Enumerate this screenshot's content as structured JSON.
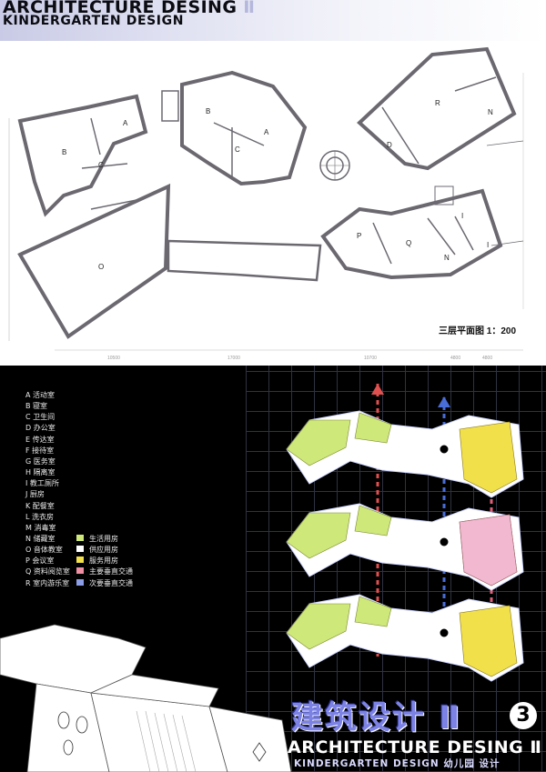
{
  "header": {
    "title": "ARCHITECTURE DESING",
    "title_num": "Ⅱ",
    "subtitle": "KINDERGARTEN DESIGN"
  },
  "plan": {
    "caption": "三层平面图 1：200",
    "rooms": [
      "A",
      "B",
      "C",
      "A",
      "B",
      "C",
      "R",
      "N",
      "D",
      "P",
      "Q",
      "N",
      "I",
      "I",
      "O"
    ],
    "dimensions": [
      "10500",
      "17000",
      "10700",
      "4800",
      "4800"
    ]
  },
  "legend": {
    "rooms": [
      "A 活动室",
      "B 寝室",
      "C 卫生间",
      "D 办公室",
      "E 传达室",
      "F 接待室",
      "G 医务室",
      "H 隔离室",
      "I 教工厕所",
      "J 厨房",
      "K 配餐室",
      "L 洗衣房",
      "M 消毒室",
      "N 储藏室",
      "O 音体教室",
      "P 会议室",
      "Q 资料阅览室",
      "R 室内游乐室"
    ],
    "functions": [
      {
        "label": "生活用房",
        "color": "#cfe87a"
      },
      {
        "label": "供应用房",
        "color": "#ffffff"
      },
      {
        "label": "服务用房",
        "color": "#f1e04a"
      },
      {
        "label": "主要垂直交通",
        "color": "#ef8fa3"
      },
      {
        "label": "次要垂直交通",
        "color": "#8b9de6"
      }
    ]
  },
  "colors": {
    "green": "#cfe87a",
    "yellow": "#f1e04a",
    "pink": "#f2b8d0",
    "red": "#e0504f",
    "blue": "#4a6ed8",
    "grid": "#3a3f52"
  },
  "brand": {
    "cn": "建筑设计",
    "cn_num": "Ⅱ",
    "badge": "3",
    "en": "ARCHITECTURE DESING",
    "en_num": "Ⅱ",
    "sub": "KINDERGARTEN DESIGN 幼儿园 设计"
  }
}
